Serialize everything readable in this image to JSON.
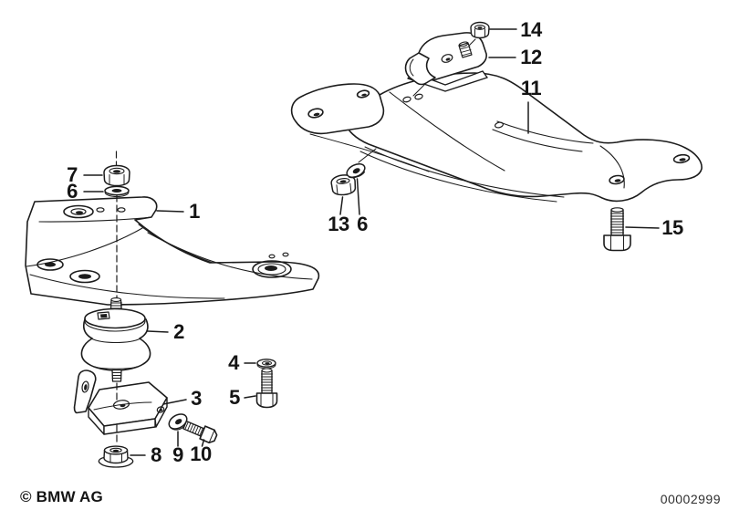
{
  "diagram": {
    "kind": "exploded-parts-diagram",
    "copyright": "© BMW AG",
    "document_number": "00002999",
    "colors": {
      "line": "#1c1c1c",
      "background": "#ffffff"
    },
    "callouts": [
      {
        "number": "14",
        "part": "hex-nut"
      },
      {
        "number": "12",
        "part": "clamp-bracket"
      },
      {
        "number": "11",
        "part": "crossmember"
      },
      {
        "number": "7",
        "part": "hex-nut"
      },
      {
        "number": "6",
        "part": "washer"
      },
      {
        "number": "1",
        "part": "support-bracket"
      },
      {
        "number": "13",
        "part": "hex-nut"
      },
      {
        "number": "6",
        "part": "washer"
      },
      {
        "number": "15",
        "part": "hex-bolt"
      },
      {
        "number": "2",
        "part": "rubber-mounting"
      },
      {
        "number": "4",
        "part": "washer"
      },
      {
        "number": "5",
        "part": "bolt"
      },
      {
        "number": "3",
        "part": "retaining-bracket"
      },
      {
        "number": "8",
        "part": "flange-nut"
      },
      {
        "number": "9",
        "part": "washer"
      },
      {
        "number": "10",
        "part": "hex-bolt"
      }
    ]
  }
}
